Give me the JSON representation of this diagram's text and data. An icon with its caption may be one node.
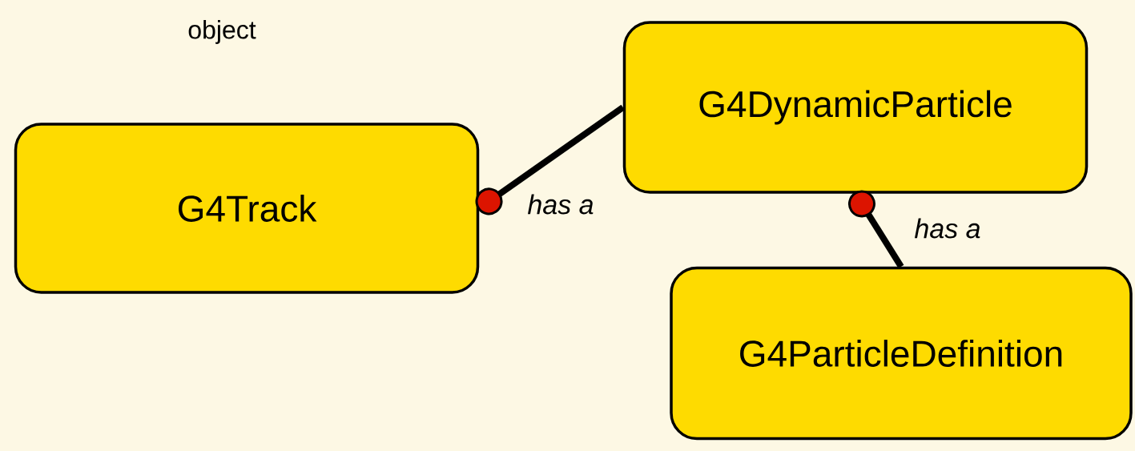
{
  "diagram": {
    "nodes": [
      {
        "text": [
          "G4Track"
        ]
      },
      {
        "text": [
          "G4DynamicParticle"
        ]
      },
      {
        "text": [
          "G4ParticleDefinition"
        ]
      }
    ],
    "edges": [
      {
        "from": 0,
        "to": 1,
        "arrow": "other",
        "label": "has a"
      },
      {
        "from": 1,
        "to": 2,
        "arrow": "other",
        "label": "has a"
      }
    ],
    "labels": [
      "object"
    ]
  }
}
